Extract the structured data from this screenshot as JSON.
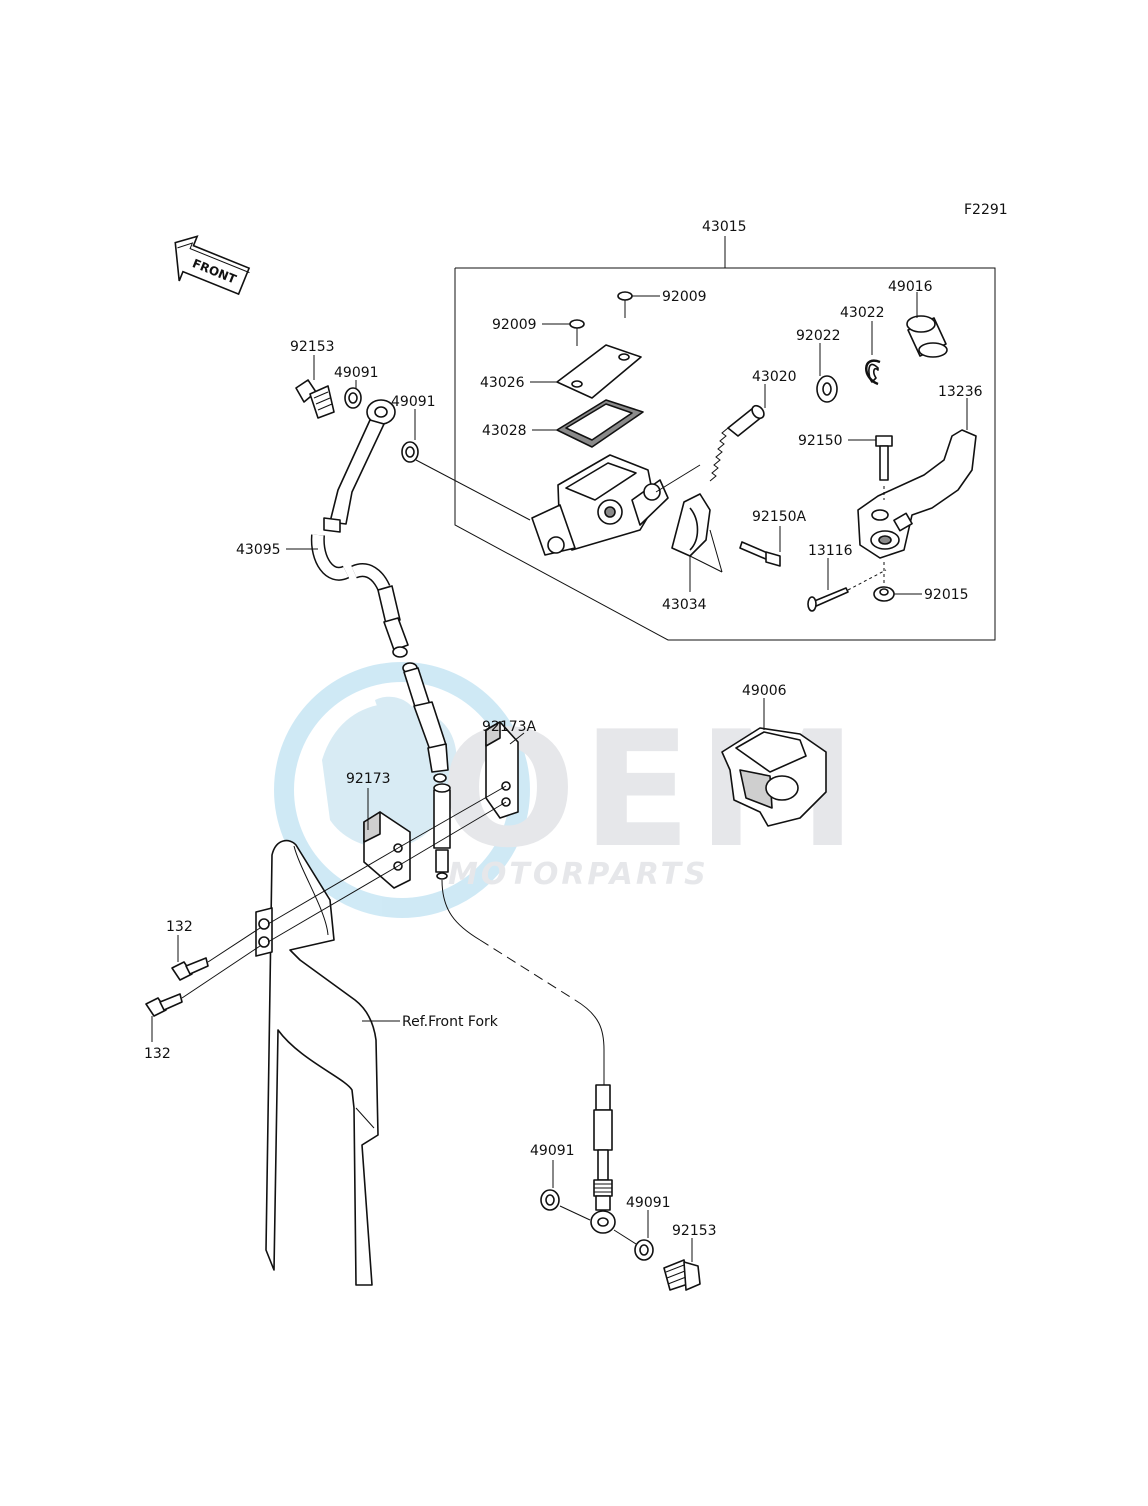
{
  "diagram": {
    "code": "F2291",
    "direction_label": "FRONT",
    "reference_label": "Ref.Front Fork",
    "watermark": {
      "logo_text": "OEM",
      "sub_text": "MOTORPARTS"
    },
    "callouts": [
      "43015",
      "92009",
      "92009",
      "43026",
      "43028",
      "92022",
      "43022",
      "49016",
      "43020",
      "13236",
      "92150",
      "92150A",
      "13116",
      "43034",
      "92015",
      "92153",
      "49091",
      "49091",
      "43095",
      "49006",
      "92173A",
      "92173",
      "132",
      "132",
      "49091",
      "49091",
      "92153"
    ]
  }
}
